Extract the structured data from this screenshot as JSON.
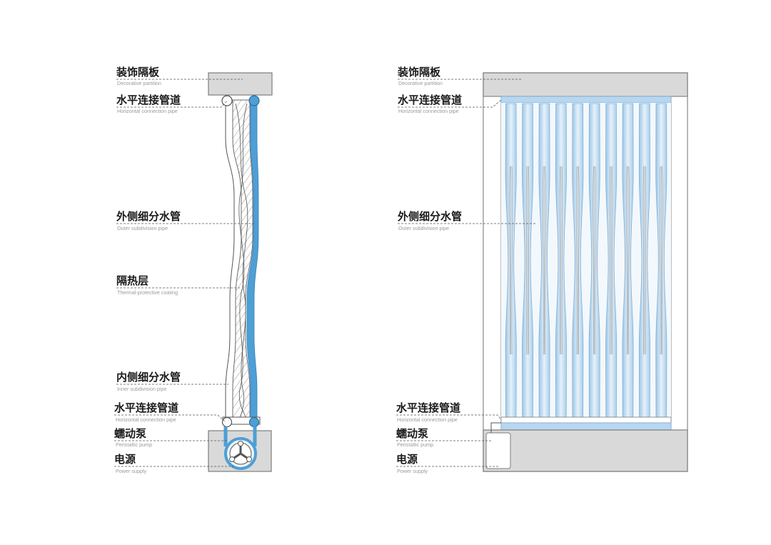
{
  "colors": {
    "frame_fill": "#d9d9d9",
    "frame_stroke": "#7d7d7d",
    "water_blue": "#4d9fd6",
    "pale_blue": "#c6dff2",
    "line_dark": "#555555"
  },
  "left_labels": [
    {
      "cn": "装饰隔板",
      "en": "Decorative partition"
    },
    {
      "cn": "水平连接管道",
      "en": "Horizontal connection pipe"
    },
    {
      "cn": "外侧细分水管",
      "en": "Outer subdivision pipe"
    },
    {
      "cn": "隔热层",
      "en": "Thermal-protective coating"
    },
    {
      "cn": "内侧细分水管",
      "en": "Inner subdivision pipe"
    },
    {
      "cn": "水平连接管道",
      "en": "Horizontal connection pipe"
    },
    {
      "cn": "蠕动泵",
      "en": "Peristaltic pump"
    },
    {
      "cn": "电源",
      "en": "Power supply"
    }
  ],
  "right_labels": [
    {
      "cn": "装饰隔板",
      "en": "Decorative partition"
    },
    {
      "cn": "水平连接管道",
      "en": "Horizontal connection pipe"
    },
    {
      "cn": "外侧细分水管",
      "en": "Outer subdivision pipe"
    },
    {
      "cn": "水平连接管道",
      "en": "Horizontal connection pipe"
    },
    {
      "cn": "蠕动泵",
      "en": "Peristaltic pump"
    },
    {
      "cn": "电源",
      "en": "Power supply"
    }
  ],
  "tube_count": 10
}
